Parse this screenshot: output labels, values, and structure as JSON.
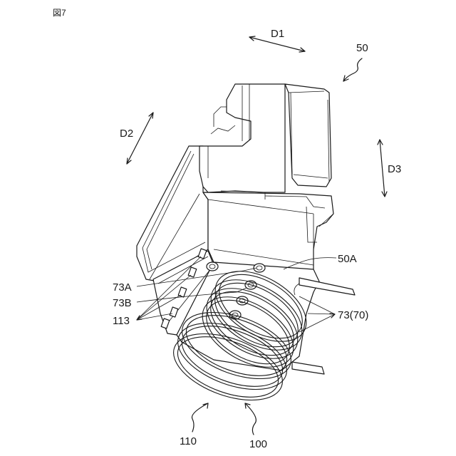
{
  "figure_label": "図7",
  "directions": {
    "d1": "D1",
    "d2": "D2",
    "d3": "D3"
  },
  "references": {
    "ref_50": "50",
    "ref_50a": "50A",
    "ref_73a": "73A",
    "ref_73b": "73B",
    "ref_113": "113",
    "ref_73_70": "73(70)",
    "ref_110": "110",
    "ref_100": "100"
  }
}
